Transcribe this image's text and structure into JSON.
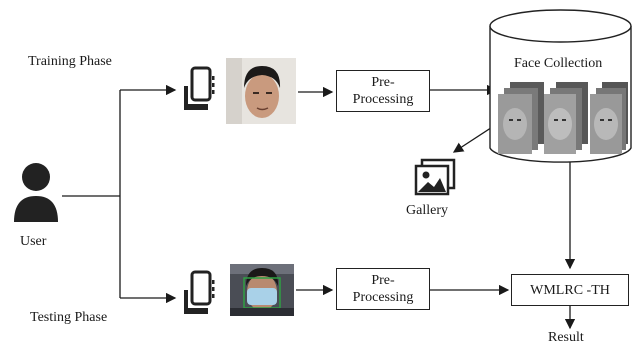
{
  "labels": {
    "training_phase": "Training Phase",
    "testing_phase": "Testing Phase",
    "user": "User",
    "gallery": "Gallery",
    "face_collection": "Face Collection",
    "result": "Result"
  },
  "boxes": {
    "preprocessing_top": [
      "Pre-",
      "Processing"
    ],
    "preprocessing_bottom": [
      "Pre-",
      "Processing"
    ],
    "classifier": "WMLRC -TH"
  },
  "icons": [
    "user-icon",
    "phone-hand-icon",
    "gallery-icon",
    "database-icon"
  ],
  "colors": {
    "line": "#1a1a1a",
    "icon": "#222222",
    "skin": "#c99a7e",
    "mask": "#a9d1e8",
    "detection_box": "#2ea043"
  }
}
